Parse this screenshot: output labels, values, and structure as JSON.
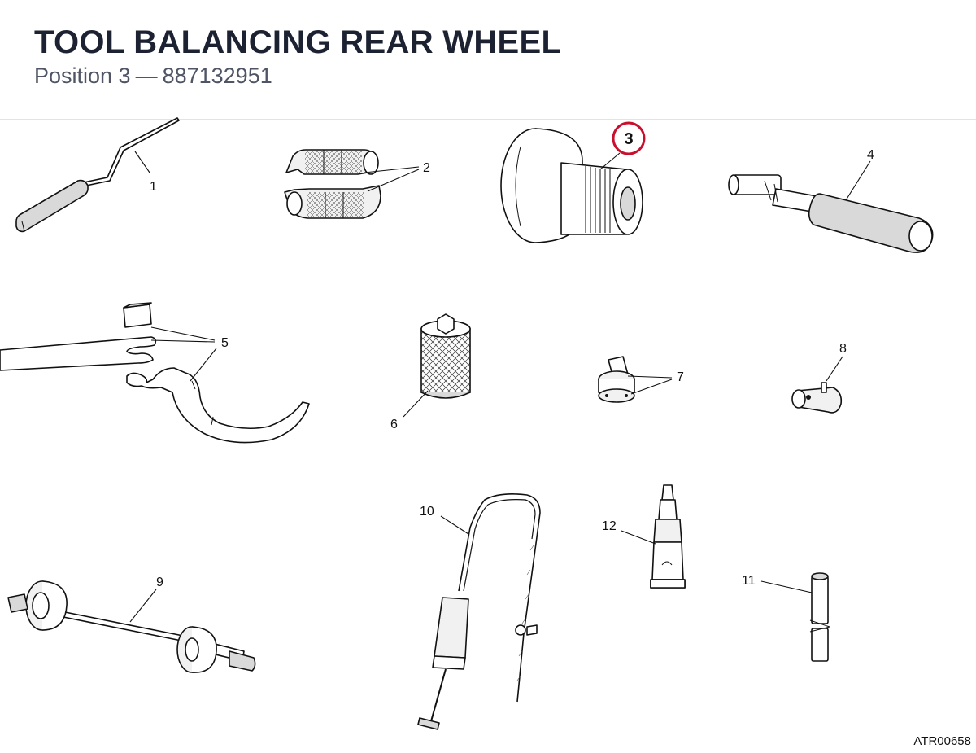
{
  "header": {
    "title": "TOOL BALANCING REAR WHEEL",
    "position_label": "Position 3",
    "dash": "—",
    "part_number": "887132951"
  },
  "diagram": {
    "highlighted_callout": "3",
    "highlight_color": "#c8102e",
    "callouts": {
      "c1": "1",
      "c2": "2",
      "c4": "4",
      "c5": "5",
      "c6": "6",
      "c7": "7",
      "c8": "8",
      "c9": "9",
      "c10": "10",
      "c11": "11",
      "c12": "12"
    },
    "reference_code": "ATR00658"
  }
}
